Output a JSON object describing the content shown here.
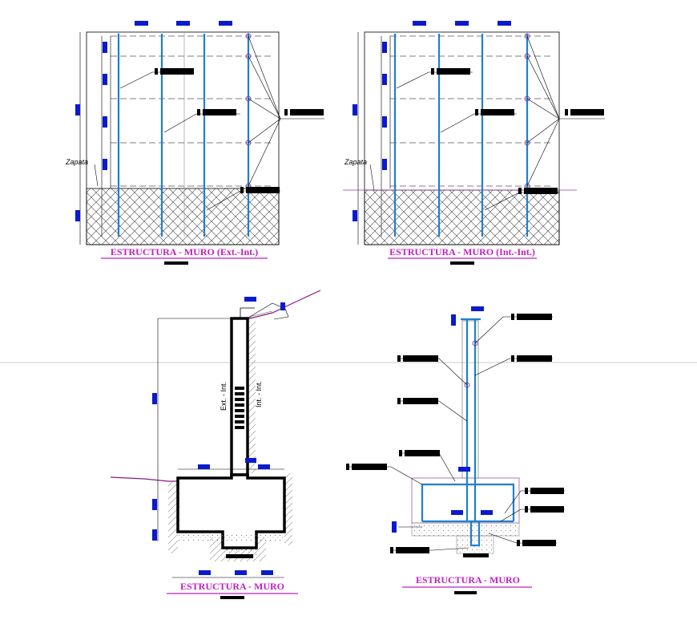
{
  "colors": {
    "rebar": "#1e7fd0",
    "tag": "#0a1acc",
    "title": "#c020c0",
    "line": "#000000",
    "ground": "#8a1a8a"
  },
  "panels": {
    "wall_ext": {
      "title": "ESTRUCTURA - MURO (Ext.-Int.)",
      "footing_note": "Zapata"
    },
    "wall_int": {
      "title": "ESTRUCTURA - MURO (Int.-Int.)",
      "footing_note": "Zapata"
    },
    "section_a": {
      "title": "ESTRUCTURA - MURO",
      "label_ext": "Ext. - Int.",
      "label_int": "Int. - Int."
    },
    "section_b": {
      "title": "ESTRUCTURA - MURO"
    }
  }
}
